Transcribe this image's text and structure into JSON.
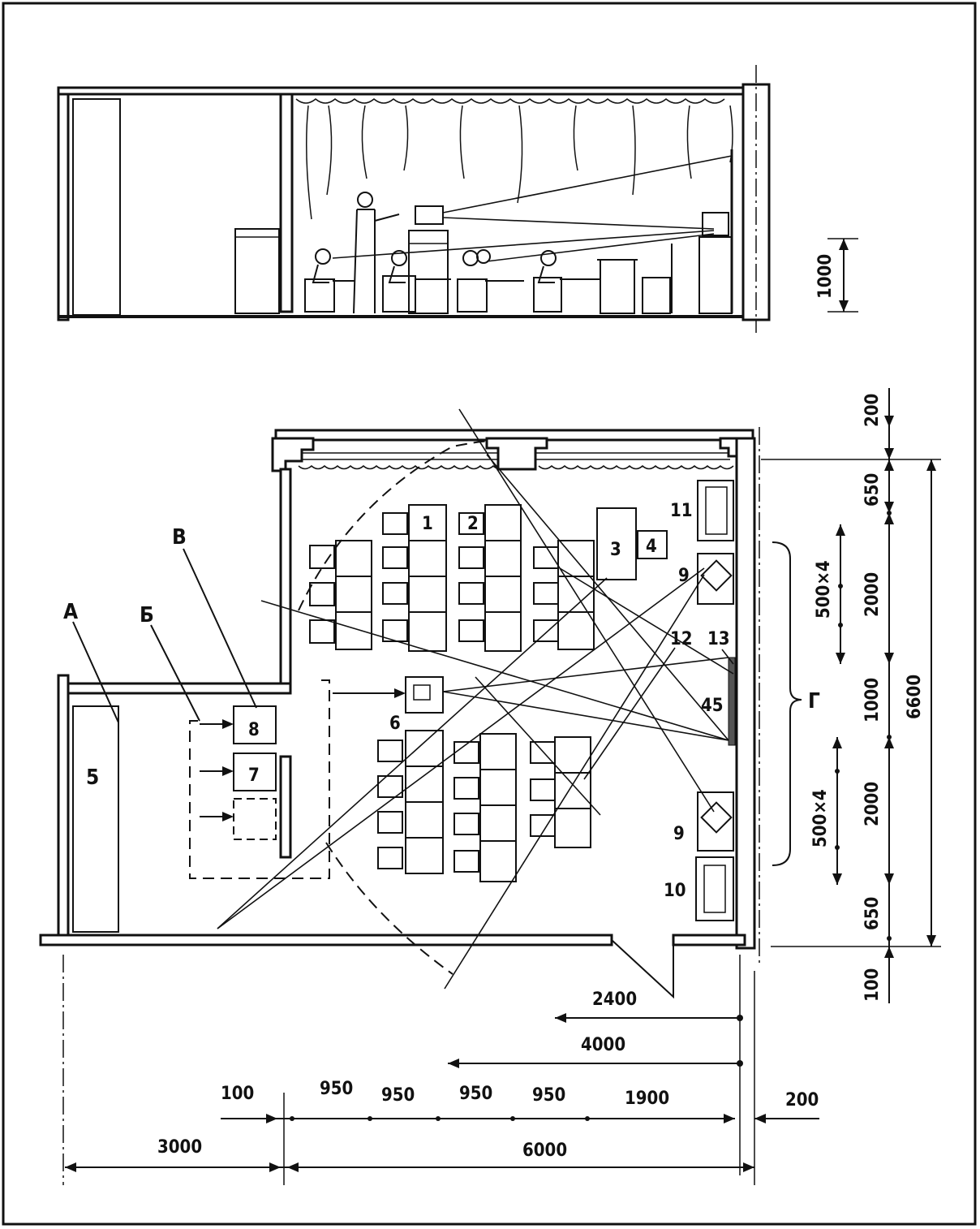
{
  "labels": {
    "n1": "1",
    "n2": "2",
    "n3": "3",
    "n4": "4",
    "n5": "5",
    "n6": "6",
    "n7": "7",
    "n8": "8",
    "n9a": "9",
    "n9b": "9",
    "n10": "10",
    "n11": "11",
    "n12": "12",
    "n13": "13",
    "angle": "45",
    "A": "А",
    "B": "Б",
    "V": "В",
    "G": "Г"
  },
  "dimensions": {
    "section_height": "1000",
    "right_200": "200",
    "right_650_top": "650",
    "right_2000_top": "2000",
    "right_1000": "1000",
    "right_2000_bottom": "2000",
    "right_650_bottom": "650",
    "right_100": "100",
    "right_total": "6600",
    "window_top": "500×4",
    "window_bottom": "500×4",
    "d2400": "2400",
    "d4000": "4000",
    "b100": "100",
    "b950_1": "950",
    "b950_2": "950",
    "b950_3": "950",
    "b950_4": "950",
    "b1900": "1900",
    "b200": "200",
    "b3000": "3000",
    "b6000": "6000"
  }
}
